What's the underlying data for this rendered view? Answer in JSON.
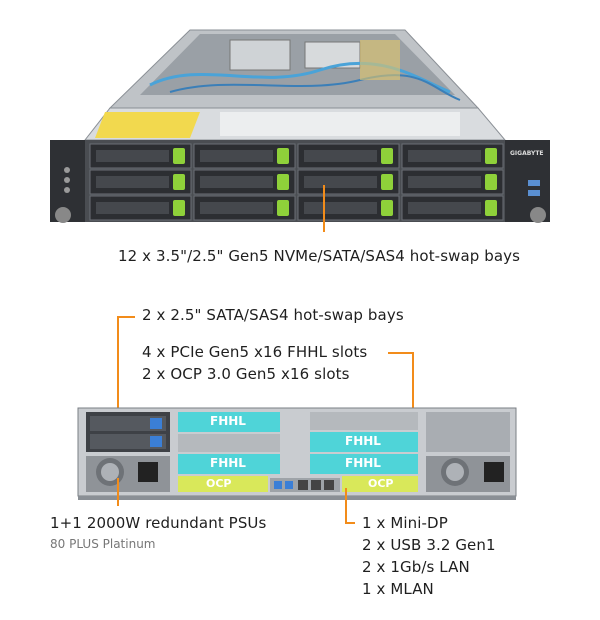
{
  "front": {
    "brand": "GIGABYTE",
    "callout_bays": "12 x 3.5\"/2.5\" Gen5 NVMe/SATA/SAS4 hot-swap bays"
  },
  "rear": {
    "callout_small_bays": "2 x 2.5\" SATA/SAS4 hot-swap bays",
    "callout_pcie": "4 x PCIe Gen5 x16 FHHL slots",
    "callout_ocp_slots": "2 x OCP 3.0 Gen5 x16 slots",
    "slot_labels": {
      "fhhl": "FHHL",
      "ocp": "OCP"
    },
    "psu_title": "1+1  2000W redundant PSUs",
    "psu_sub": "80 PLUS Platinum",
    "io": [
      "1 x Mini-DP",
      "2 x USB 3.2 Gen1",
      "2 x 1Gb/s LAN",
      "1 x MLAN"
    ]
  },
  "colors": {
    "accent_orange": "#f28c1a",
    "latch_green": "#8fd13a",
    "fhhl_cyan": "#4fd4d8",
    "ocp_yellow": "#d9e85a"
  }
}
